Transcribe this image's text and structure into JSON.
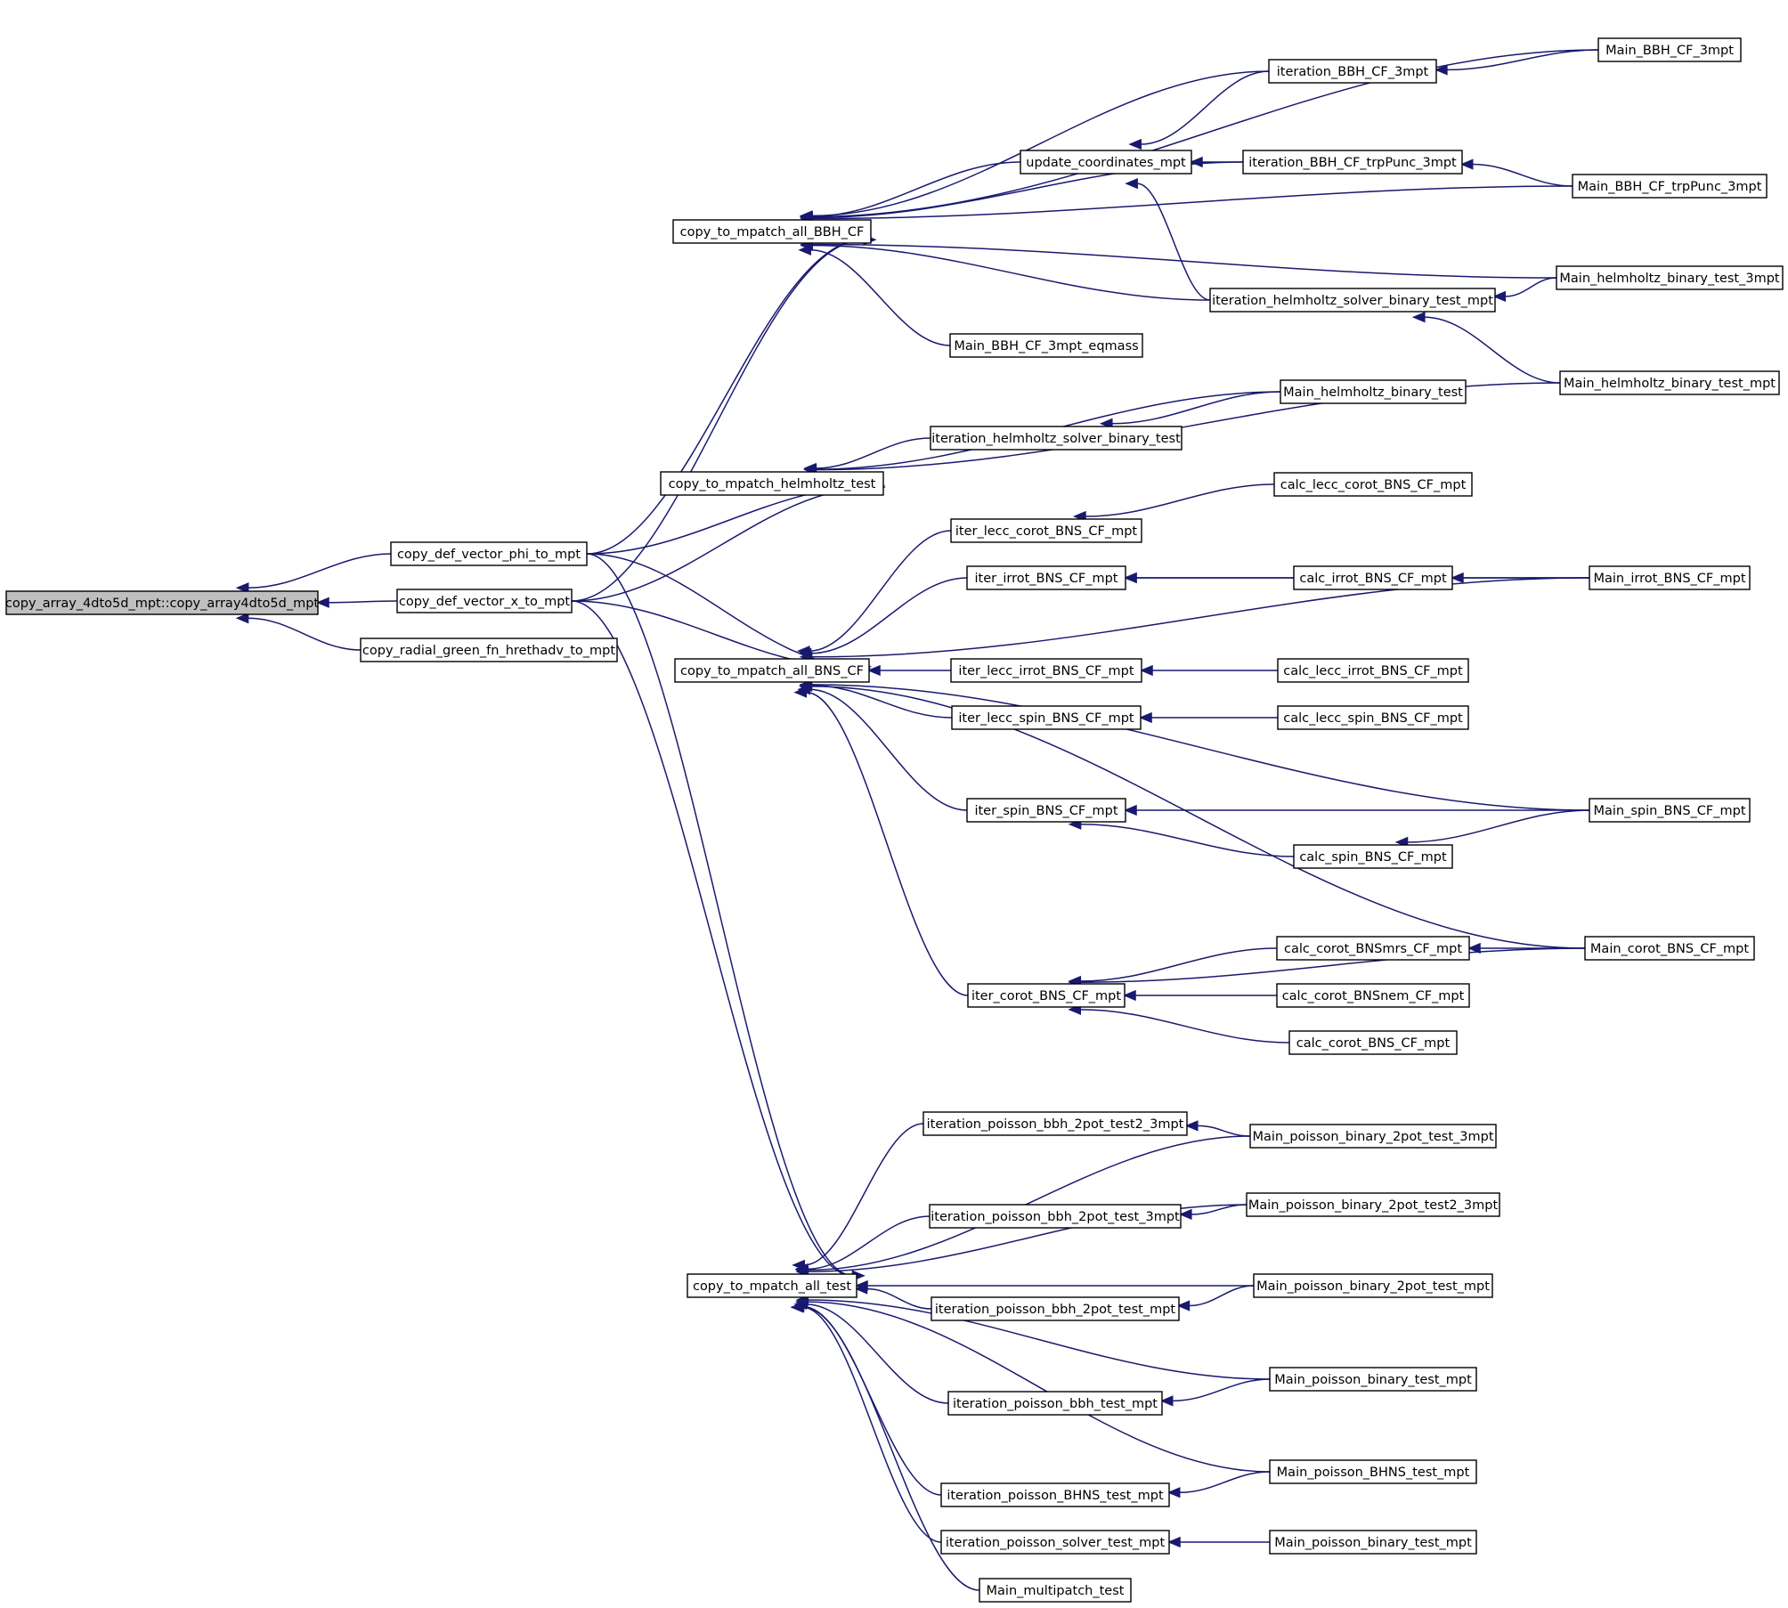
{
  "graph": {
    "root": "copy_array_4dto5d_mpt::copy_array4dto5d_mpt",
    "colors": {
      "edge": "#191970",
      "node_border": "#000000",
      "node_fill": "#ffffff",
      "root_fill": "#bfbfbf"
    },
    "nodes": [
      {
        "id": "root",
        "label": "copy_array_4dto5d_mpt::copy_array4dto5d_mpt",
        "root": true
      },
      {
        "id": "cdvphi",
        "label": "copy_def_vector_phi_to_mpt"
      },
      {
        "id": "cdvx",
        "label": "copy_def_vector_x_to_mpt"
      },
      {
        "id": "crg",
        "label": "copy_radial_green_fn_hrethadv_to_mpt"
      },
      {
        "id": "cbbh",
        "label": "copy_to_mpatch_all_BBH_CF"
      },
      {
        "id": "chelm",
        "label": "copy_to_mpatch_helmholtz_test"
      },
      {
        "id": "cbns",
        "label": "copy_to_mpatch_all_BNS_CF"
      },
      {
        "id": "ctest",
        "label": "copy_to_mpatch_all_test"
      },
      {
        "id": "upd",
        "label": "update_coordinates_mpt"
      },
      {
        "id": "itbbh",
        "label": "iteration_BBH_CF_3mpt"
      },
      {
        "id": "mbbh",
        "label": "Main_BBH_CF_3mpt"
      },
      {
        "id": "ittrp",
        "label": "iteration_BBH_CF_trpPunc_3mpt"
      },
      {
        "id": "mtrp",
        "label": "Main_BBH_CF_trpPunc_3mpt"
      },
      {
        "id": "ithmpt",
        "label": "iteration_helmholtz_solver_binary_test_mpt"
      },
      {
        "id": "mh3",
        "label": "Main_helmholtz_binary_test_3mpt"
      },
      {
        "id": "meq",
        "label": "Main_BBH_CF_3mpt_eqmass"
      },
      {
        "id": "mhmpt",
        "label": "Main_helmholtz_binary_test_mpt"
      },
      {
        "id": "mhb",
        "label": "Main_helmholtz_binary_test"
      },
      {
        "id": "ithb",
        "label": "iteration_helmholtz_solver_binary_test"
      },
      {
        "id": "ilcc",
        "label": "iter_lecc_corot_BNS_CF_mpt"
      },
      {
        "id": "clcc",
        "label": "calc_lecc_corot_BNS_CF_mpt"
      },
      {
        "id": "iirr",
        "label": "iter_irrot_BNS_CF_mpt"
      },
      {
        "id": "cirr",
        "label": "calc_irrot_BNS_CF_mpt"
      },
      {
        "id": "mirr",
        "label": "Main_irrot_BNS_CF_mpt"
      },
      {
        "id": "ilci",
        "label": "iter_lecc_irrot_BNS_CF_mpt"
      },
      {
        "id": "clci",
        "label": "calc_lecc_irrot_BNS_CF_mpt"
      },
      {
        "id": "ilcs",
        "label": "iter_lecc_spin_BNS_CF_mpt"
      },
      {
        "id": "clcs",
        "label": "calc_lecc_spin_BNS_CF_mpt"
      },
      {
        "id": "ispin",
        "label": "iter_spin_BNS_CF_mpt"
      },
      {
        "id": "mspin",
        "label": "Main_spin_BNS_CF_mpt"
      },
      {
        "id": "cspin",
        "label": "calc_spin_BNS_CF_mpt"
      },
      {
        "id": "ccmrs",
        "label": "calc_corot_BNSmrs_CF_mpt"
      },
      {
        "id": "mcorot",
        "label": "Main_corot_BNS_CF_mpt"
      },
      {
        "id": "ccnem",
        "label": "calc_corot_BNSnem_CF_mpt"
      },
      {
        "id": "icorot",
        "label": "iter_corot_BNS_CF_mpt"
      },
      {
        "id": "ccorot",
        "label": "calc_corot_BNS_CF_mpt"
      },
      {
        "id": "ip2t2",
        "label": "iteration_poisson_bbh_2pot_test2_3mpt"
      },
      {
        "id": "mp2t3",
        "label": "Main_poisson_binary_2pot_test_3mpt"
      },
      {
        "id": "mp2t23",
        "label": "Main_poisson_binary_2pot_test2_3mpt"
      },
      {
        "id": "ip2t3",
        "label": "iteration_poisson_bbh_2pot_test_3mpt"
      },
      {
        "id": "mp2tm",
        "label": "Main_poisson_binary_2pot_test_mpt"
      },
      {
        "id": "ip2tm",
        "label": "iteration_poisson_bbh_2pot_test_mpt"
      },
      {
        "id": "mpbt1",
        "label": "Main_poisson_binary_test_mpt"
      },
      {
        "id": "ipbbh",
        "label": "iteration_poisson_bbh_test_mpt"
      },
      {
        "id": "mbhns",
        "label": "Main_poisson_BHNS_test_mpt"
      },
      {
        "id": "ipbhns",
        "label": "iteration_poisson_BHNS_test_mpt"
      },
      {
        "id": "ipst",
        "label": "iteration_poisson_solver_test_mpt"
      },
      {
        "id": "mpbt2",
        "label": "Main_poisson_binary_test_mpt"
      },
      {
        "id": "mmpt",
        "label": "Main_multipatch_test"
      }
    ],
    "edges": [
      [
        "cdvphi",
        "root"
      ],
      [
        "cdvx",
        "root"
      ],
      [
        "crg",
        "root"
      ],
      [
        "cdvphi",
        "cbbh"
      ],
      [
        "cdvx",
        "cbbh"
      ],
      [
        "cdvphi",
        "chelm"
      ],
      [
        "cdvx",
        "chelm"
      ],
      [
        "cdvphi",
        "cbns"
      ],
      [
        "cdvx",
        "cbns"
      ],
      [
        "cdvphi",
        "ctest"
      ],
      [
        "cdvx",
        "ctest"
      ],
      [
        "mbbh",
        "cbbh"
      ],
      [
        "itbbh",
        "cbbh"
      ],
      [
        "ittrp",
        "cbbh"
      ],
      [
        "upd",
        "cbbh"
      ],
      [
        "mtrp",
        "cbbh"
      ],
      [
        "mh3",
        "cbbh"
      ],
      [
        "ithmpt",
        "cbbh"
      ],
      [
        "meq",
        "cbbh"
      ],
      [
        "itbbh",
        "upd"
      ],
      [
        "ittrp",
        "upd"
      ],
      [
        "ithmpt",
        "upd"
      ],
      [
        "mbbh",
        "itbbh"
      ],
      [
        "mtrp",
        "ittrp"
      ],
      [
        "mh3",
        "ithmpt"
      ],
      [
        "mhmpt",
        "ithmpt"
      ],
      [
        "mhb",
        "chelm"
      ],
      [
        "ithb",
        "chelm"
      ],
      [
        "mhmpt",
        "chelm"
      ],
      [
        "mhb",
        "ithb"
      ],
      [
        "ilcc",
        "cbns"
      ],
      [
        "iirr",
        "cbns"
      ],
      [
        "mirr",
        "cbns"
      ],
      [
        "ilci",
        "cbns"
      ],
      [
        "ilcs",
        "cbns"
      ],
      [
        "mspin",
        "cbns"
      ],
      [
        "ispin",
        "cbns"
      ],
      [
        "mcorot",
        "cbns"
      ],
      [
        "icorot",
        "cbns"
      ],
      [
        "clcc",
        "ilcc"
      ],
      [
        "mirr",
        "iirr"
      ],
      [
        "cirr",
        "iirr"
      ],
      [
        "mirr",
        "cirr"
      ],
      [
        "clci",
        "ilci"
      ],
      [
        "clcs",
        "ilcs"
      ],
      [
        "mspin",
        "ispin"
      ],
      [
        "cspin",
        "ispin"
      ],
      [
        "mspin",
        "cspin"
      ],
      [
        "ccmrs",
        "icorot"
      ],
      [
        "ccnem",
        "icorot"
      ],
      [
        "ccorot",
        "icorot"
      ],
      [
        "mcorot",
        "icorot"
      ],
      [
        "mcorot",
        "ccmrs"
      ],
      [
        "mp2t3",
        "ctest"
      ],
      [
        "ip2t2",
        "ctest"
      ],
      [
        "mp2t23",
        "ctest"
      ],
      [
        "ip2t3",
        "ctest"
      ],
      [
        "mp2tm",
        "ctest"
      ],
      [
        "ip2tm",
        "ctest"
      ],
      [
        "mpbt1",
        "ctest"
      ],
      [
        "ipbbh",
        "ctest"
      ],
      [
        "mbhns",
        "ctest"
      ],
      [
        "ipbhns",
        "ctest"
      ],
      [
        "ipst",
        "ctest"
      ],
      [
        "mmpt",
        "ctest"
      ],
      [
        "mp2t3",
        "ip2t2"
      ],
      [
        "mp2t23",
        "ip2t3"
      ],
      [
        "mp2tm",
        "ip2tm"
      ],
      [
        "mpbt1",
        "ipbbh"
      ],
      [
        "mbhns",
        "ipbhns"
      ],
      [
        "mpbt2",
        "ipst"
      ]
    ]
  }
}
